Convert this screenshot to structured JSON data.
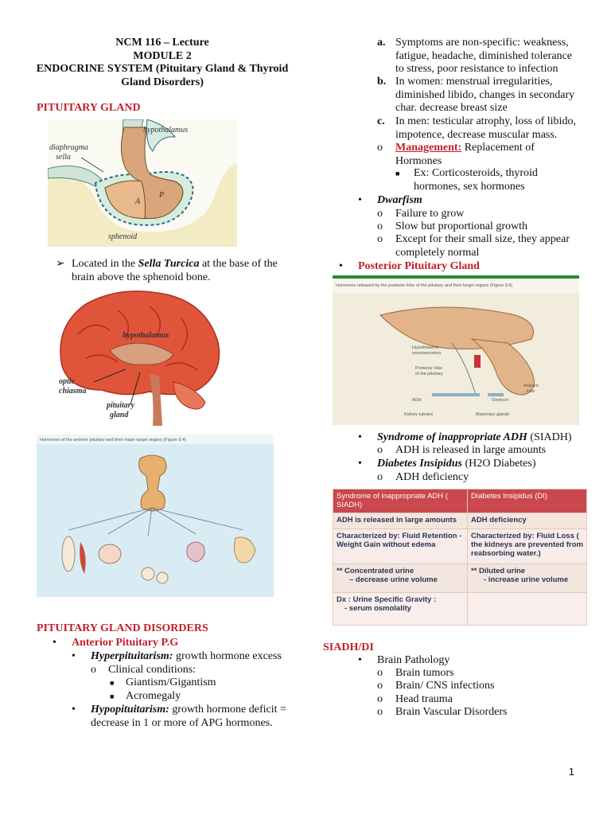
{
  "header": {
    "line1": "NCM 116 – Lecture",
    "line2": "MODULE 2",
    "line3": "ENDOCRINE SYSTEM (Pituitary Gland & Thyroid",
    "line4": "Gland Disorders)"
  },
  "left": {
    "section1": "PITUITARY GLAND",
    "diagram1_labels": {
      "hypothalamus": "hypothalamus",
      "diaphragma1": "diaphragma",
      "diaphragma2": "sella",
      "a": "A",
      "p": "P",
      "sphenoid": "sphenoid"
    },
    "location_pre": "Located in the ",
    "location_em": "Sella Turcica",
    "location_post": " at the base of the",
    "location_line2": "brain above the sphenoid bone.",
    "brain_labels": {
      "hypothalamus": "hypothalamus",
      "optic1": "optic",
      "optic2": "chiasma",
      "pit1": "pituitary",
      "pit2": "gland"
    },
    "fig94_title": "Hormones of the anterior pituitary and their major target organs (Figure 9.4)",
    "section2": "PITUITARY GLAND DISORDERS",
    "anterior": "Anterior Pituitary P.G",
    "hyper_em": "Hyperpituitarism:",
    "hyper_text": " growth hormone excess",
    "clinical": "Clinical conditions:",
    "giant": "Giantism/Gigantism",
    "acro": "Acromegaly",
    "hypo_em": "Hypopituitarism:",
    "hypo_text": " growth hormone deficit =",
    "hypo_line2": "decrease in 1 or more of APG hormones."
  },
  "right": {
    "a_label": "a.",
    "a_l1": "Symptoms are non-specific: weakness,",
    "a_l2": "fatigue, headache, diminished tolerance",
    "a_l3": "to stress, poor resistance to infection",
    "b_label": "b.",
    "b_l1": "In women: menstrual irregularities,",
    "b_l2": "diminished libido, changes in secondary",
    "b_l3": "char. decrease breast size",
    "c_label": "c.",
    "c_l1": "In men: testicular atrophy, loss of libido,",
    "c_l2": "impotence, decrease muscular mass.",
    "mgmt_label": "Management:",
    "mgmt_text": " Replacement of",
    "mgmt_l2": "Hormones",
    "mgmt_ex1": "Ex: Corticosteroids, thyroid",
    "mgmt_ex2": "hormones, sex hormones",
    "dwarf": "Dwarfism",
    "dw1": "Failure to grow",
    "dw2": "Slow but proportional growth",
    "dw3a": "Except for their small size, they appear",
    "dw3b": "completely normal",
    "posterior": "Posterior Pituitary Gland",
    "fig96_title": "Hormones released by the posterior lobe of the pituitary and their target organs (Figure 9.6)",
    "siadh_em": "Syndrome of inappropriate ADH",
    "siadh_text": " (SIADH)",
    "siadh_sub": "ADH is released in large amounts",
    "di_em": "Diabetes Insipidus",
    "di_text": " (H2O Diabetes)",
    "di_sub": "ADH deficiency",
    "section3": "SIADH/DI",
    "brain_path": "Brain Pathology",
    "bp1": "Brain tumors",
    "bp2": "Brain/ CNS infections",
    "bp3": "Head trauma",
    "bp4": "Brain Vascular Disorders"
  },
  "table": {
    "h1": "Syndrome of inappropriate ADH ( SIADH)",
    "h2": "Diabetes Insipidus (DI)",
    "r1c1": "ADH is released in large amounts",
    "r1c2": "ADH deficiency",
    "r2c1": "Characterized by: Fluid Retention - Weight Gain without edema",
    "r2c2": "Characterized by: Fluid Loss ( the kidneys are prevented from reabsorbing water.)",
    "r3c1a": "** Concentrated urine",
    "r3c1b": "– decrease urine volume",
    "r3c2a": "** Diluted urine",
    "r3c2b": "- increase urine volume",
    "r4c1a": "Dx : Urine Specific Gravity :",
    "r4c1b": "- serum osmolality"
  },
  "page_number": "1",
  "colors": {
    "heading_red": "#c0202a",
    "table_header": "#c9474d",
    "brain": "#e0553a"
  }
}
